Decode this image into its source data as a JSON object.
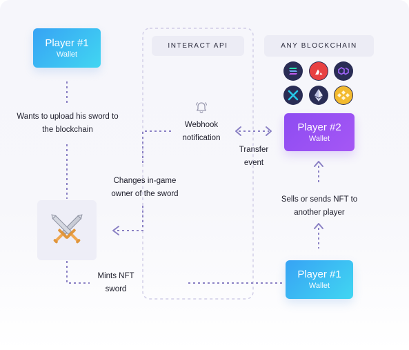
{
  "left_column": {
    "player_top": {
      "title": "Player #1",
      "subtitle": "Wallet"
    },
    "upload_label": "Wants to upload his sword to the blockchain",
    "mint_label": "Mints NFT sword"
  },
  "middle_column": {
    "api_pill": "INTERACT API",
    "webhook_label": "Webhook notification",
    "owner_label": "Changes in-game owner of the sword",
    "transfer_label": "Transfer event"
  },
  "right_column": {
    "chain_pill": "ANY BLOCKCHAIN",
    "chains": [
      "solana-icon",
      "avalanche-icon",
      "polygon-icon",
      "immutable-x-icon",
      "ethereum-icon",
      "bnb-icon"
    ],
    "player_two": {
      "title": "Player #2",
      "subtitle": "Wallet"
    },
    "sells_label": "Sells or sends NFT to another player",
    "player_bottom": {
      "title": "Player #1",
      "subtitle": "Wallet"
    }
  },
  "colors": {
    "cyan_start": "#37a3f4",
    "cyan_end": "#41d6f2",
    "purple": "#9650f3",
    "dashed_line": "#8a80c4",
    "coin_bg": "#2a2d55"
  }
}
